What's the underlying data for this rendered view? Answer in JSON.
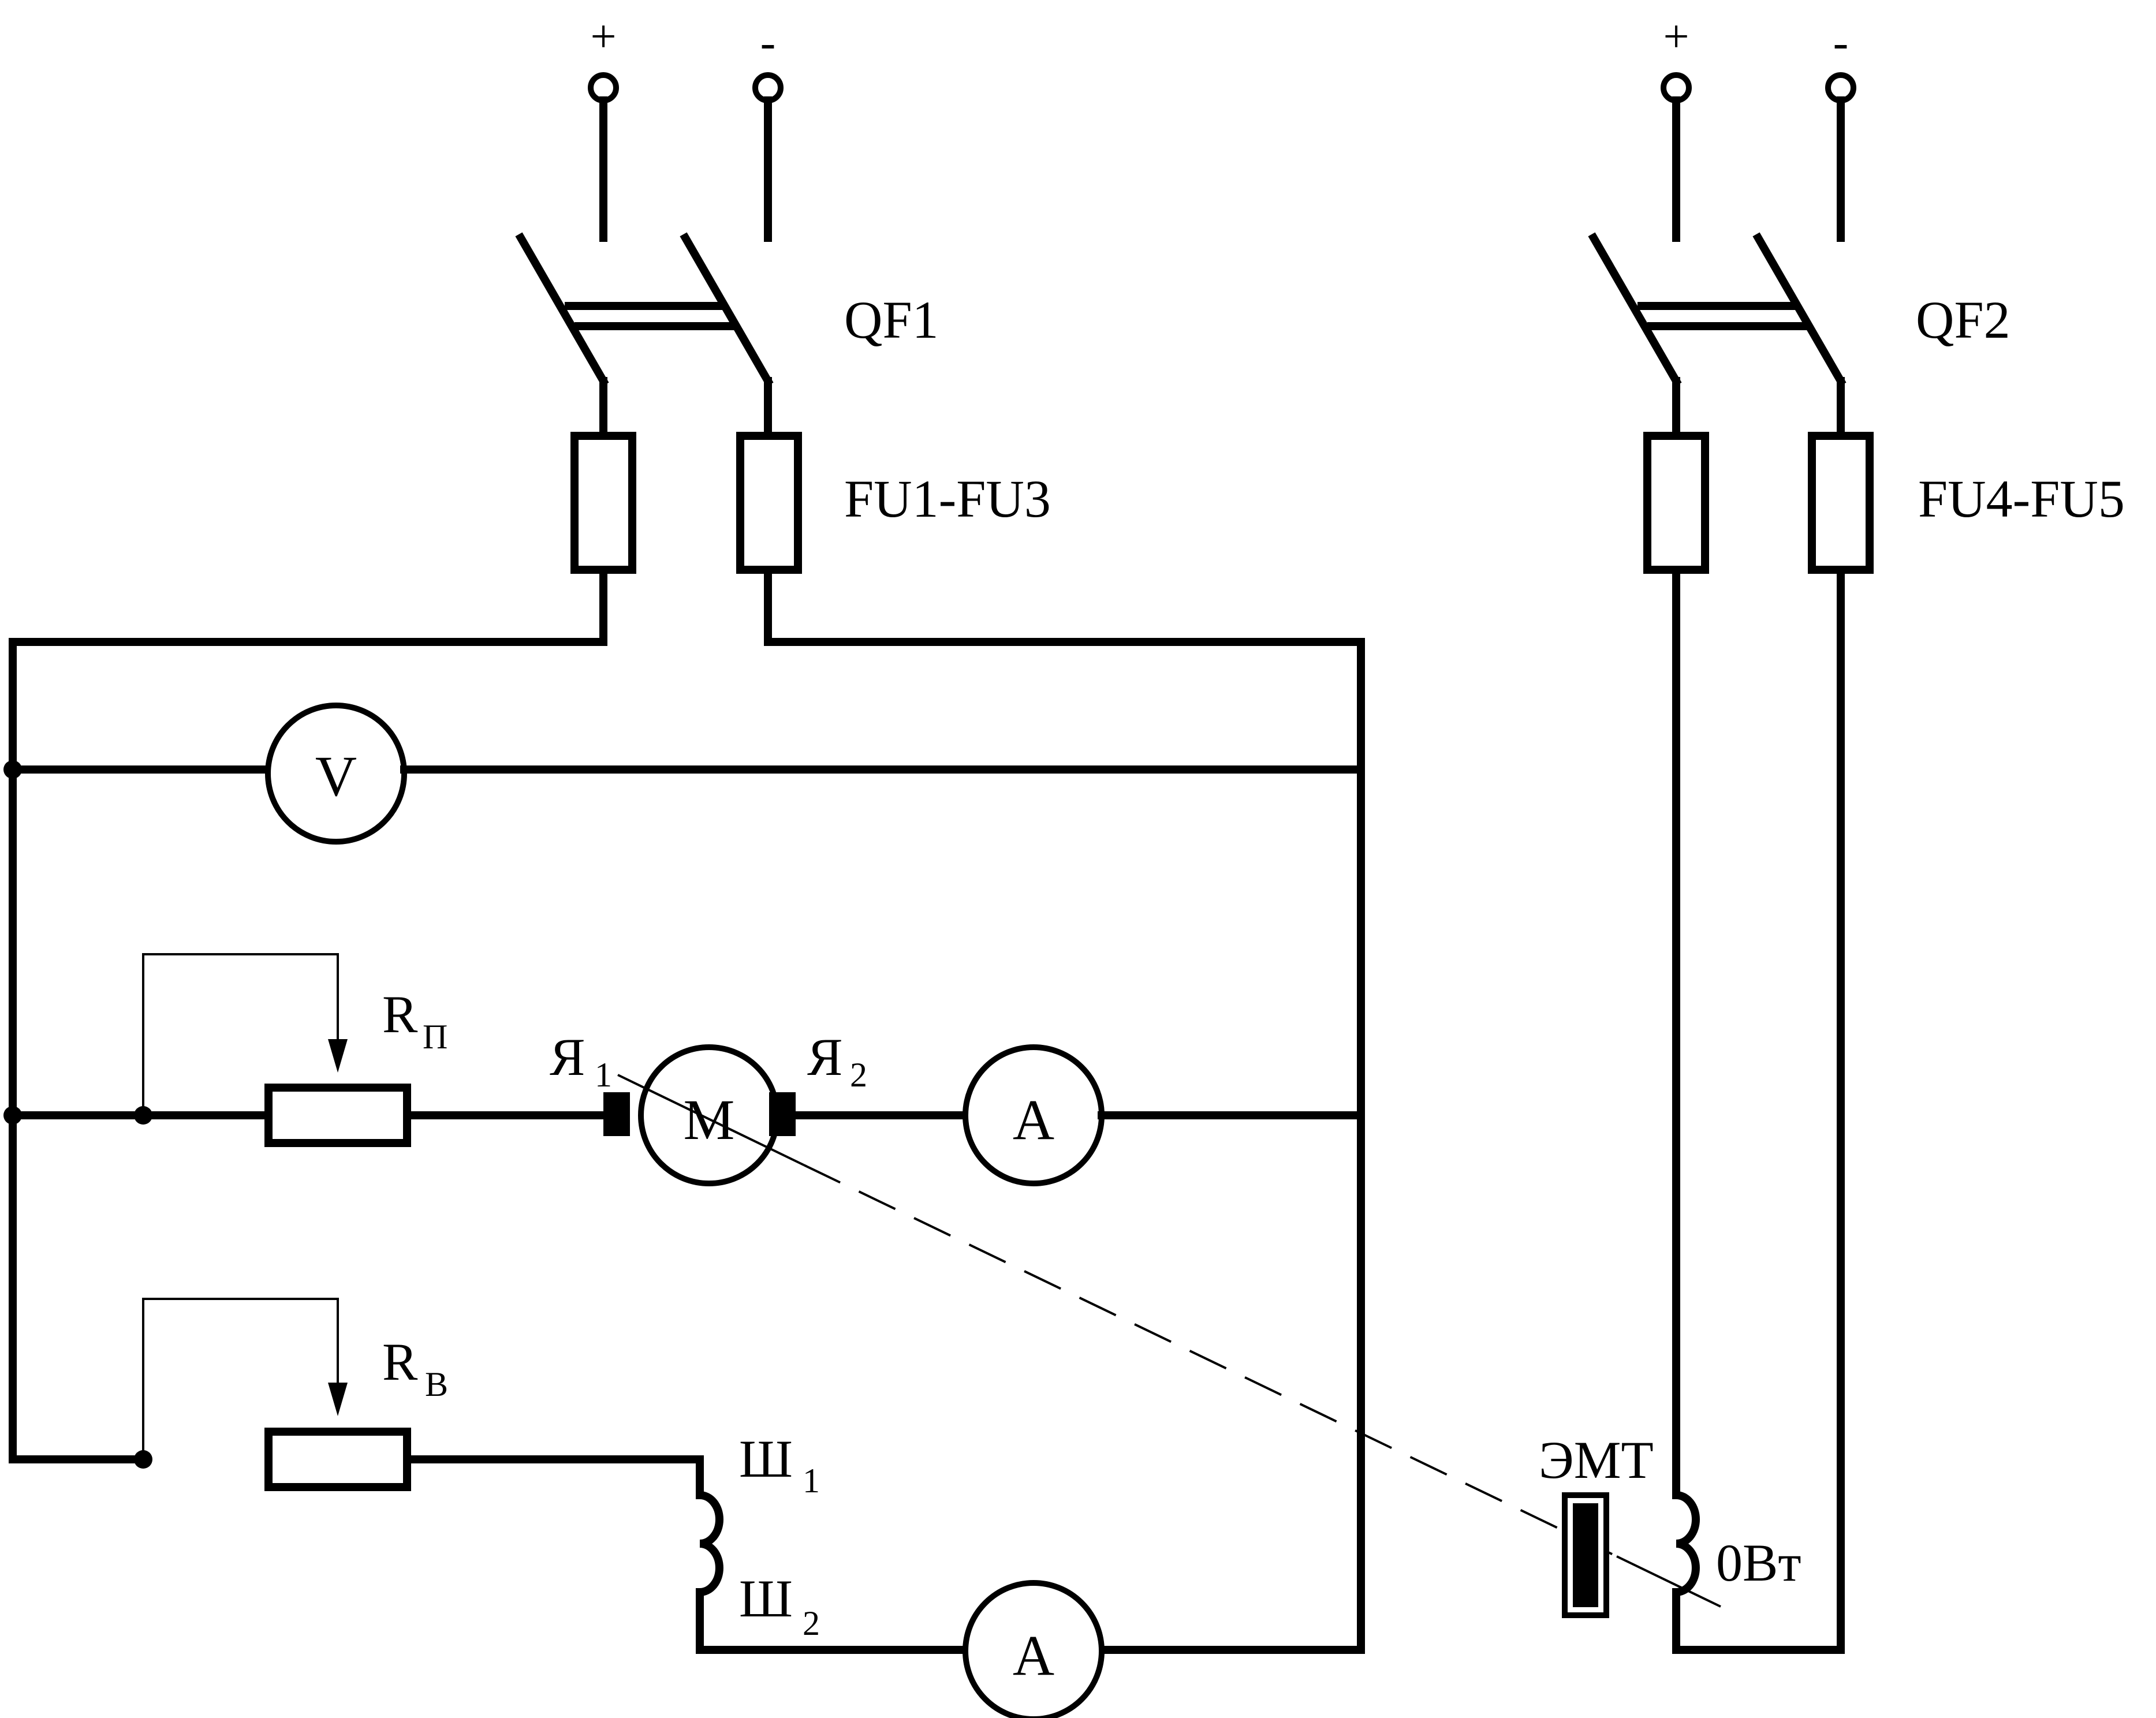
{
  "supply_left": {
    "plus": "+",
    "minus": "-"
  },
  "supply_right": {
    "plus": "+",
    "minus": "-"
  },
  "breakers": {
    "qf1": "QF1",
    "qf2": "QF2"
  },
  "fuses": {
    "left": "FU1-FU3",
    "right": "FU4-FU5"
  },
  "meters": {
    "voltmeter": "V",
    "ammeter_armature": "A",
    "ammeter_field": "A",
    "motor": "M"
  },
  "rheostats": {
    "starting": {
      "letter": "R",
      "sub": "П"
    },
    "field": {
      "letter": "R",
      "sub": "В"
    }
  },
  "terminals": {
    "armature_1": {
      "letter": "Я",
      "sub": "1"
    },
    "armature_2": {
      "letter": "Я",
      "sub": "2"
    },
    "shunt_1": {
      "letter": "Ш",
      "sub": "1"
    },
    "shunt_2": {
      "letter": "Ш",
      "sub": "2"
    }
  },
  "brake": {
    "label": "ЭМТ",
    "winding": "0Вт"
  }
}
